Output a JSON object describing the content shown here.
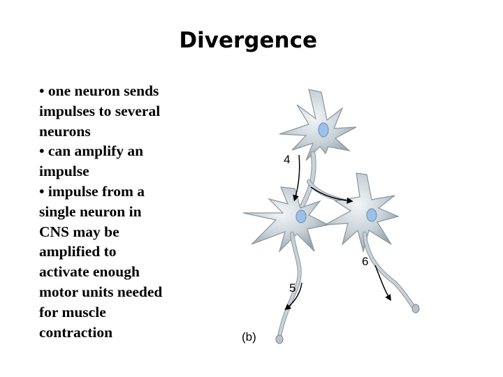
{
  "slide": {
    "title": "Divergence",
    "bullet_lines": [
      "• one neuron sends",
      "impulses to several",
      "neurons",
      "• can amplify an",
      "impulse",
      "• impulse from a",
      "single neuron in",
      "CNS may be",
      "amplified to",
      "activate enough",
      "motor units needed",
      "for muscle",
      "contraction"
    ]
  },
  "figure": {
    "labels": {
      "arrow_4": "4",
      "arrow_5": "5",
      "arrow_6": "6",
      "panel": "(b)"
    },
    "colors": {
      "cell_body": "#c9d2d8",
      "cell_outline": "#8a959c",
      "nucleus": "#9cc0e6",
      "arrow": "#000000"
    }
  }
}
